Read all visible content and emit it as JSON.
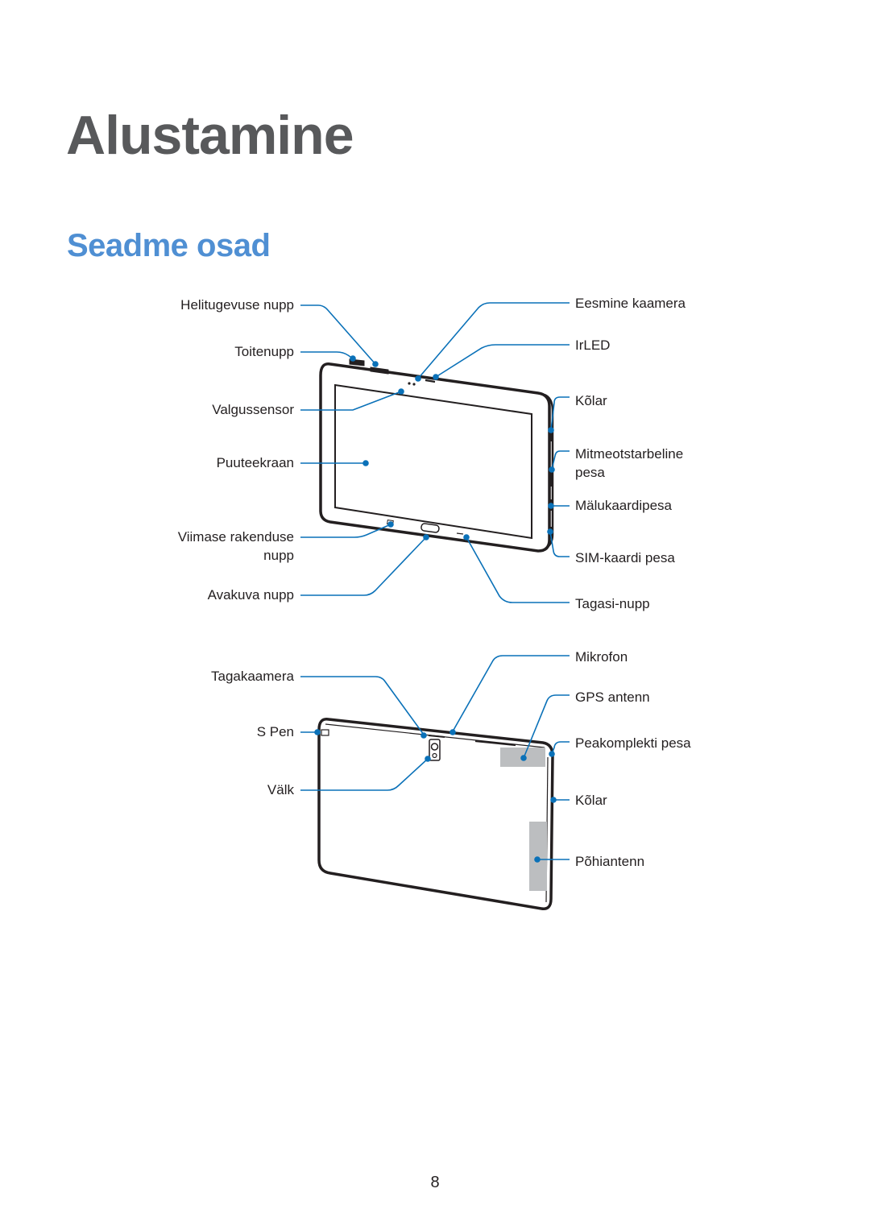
{
  "chapter_title": "Alustamine",
  "section_title": "Seadme osad",
  "front_labels": {
    "volume_button": "Helitugevuse nupp",
    "power_button": "Toitenupp",
    "light_sensor": "Valgussensor",
    "touch_screen": "Puuteekraan",
    "recent_apps_line1": "Viimase rakenduse",
    "recent_apps_line2": "nupp",
    "home_button": "Avakuva nupp",
    "front_camera": "Eesmine kaamera",
    "irled": "IrLED",
    "speaker": "Kõlar",
    "multipurpose_line1": "Mitmeotstarbeline",
    "multipurpose_line2": "pesa",
    "memory_card": "Mälukaardipesa",
    "sim_card": "SIM-kaardi pesa",
    "back_button": "Tagasi-nupp"
  },
  "back_labels": {
    "rear_camera": "Tagakaamera",
    "s_pen": "S Pen",
    "flash": "Välk",
    "microphone": "Mikrofon",
    "gps_antenna": "GPS antenn",
    "headset_jack": "Peakomplekti pesa",
    "speaker": "Kõlar",
    "main_antenna": "Põhiantenn"
  },
  "colors": {
    "callout": "#0a71b8",
    "device_outline": "#231f20",
    "title_gray": "#58595b",
    "section_blue": "#4f8fd3"
  },
  "page_number": "8"
}
